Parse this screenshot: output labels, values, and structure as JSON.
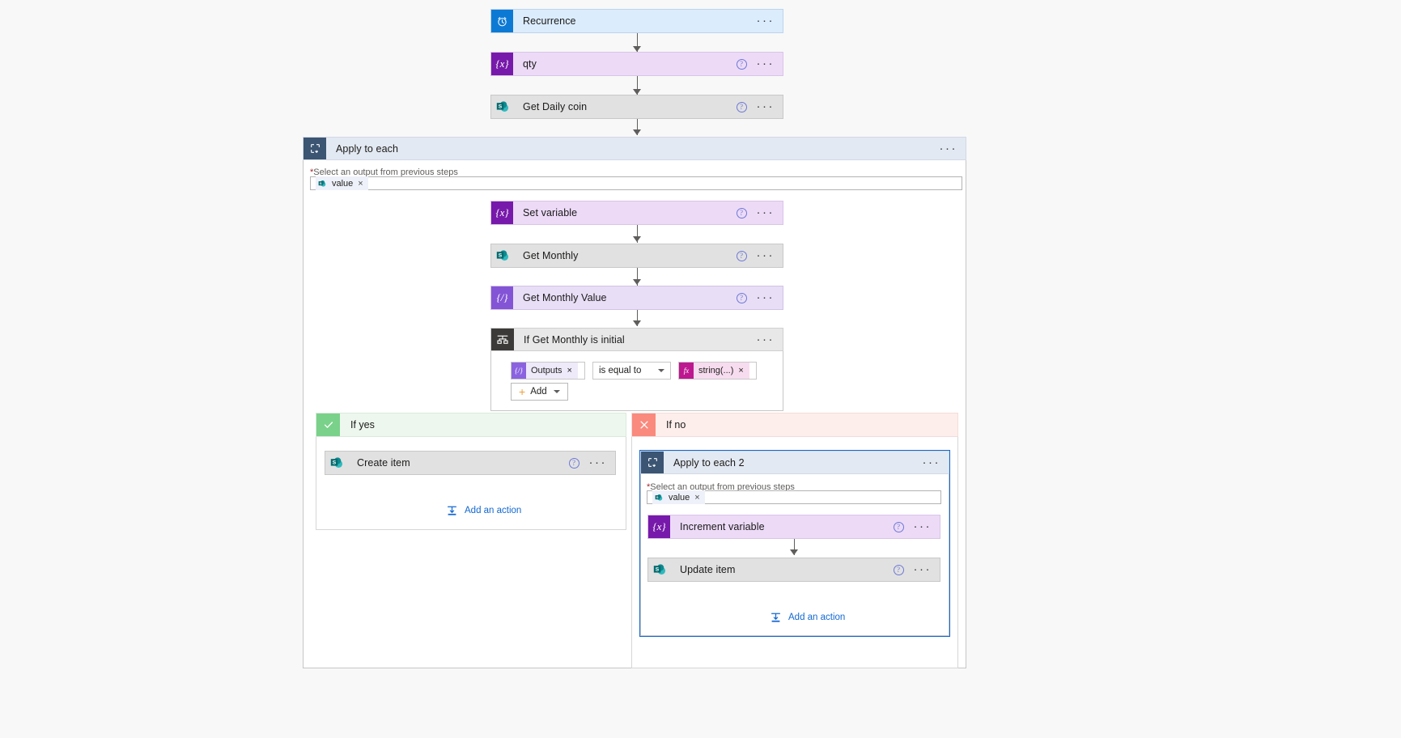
{
  "flow": {
    "nodes": [
      {
        "id": "recurrence",
        "label": "Recurrence",
        "icon": "clock-icon",
        "kind": "trigger",
        "has_help": false,
        "has_menu": true
      },
      {
        "id": "qty",
        "label": "qty",
        "icon": "variable-icon",
        "kind": "variable",
        "has_help": true,
        "has_menu": true
      },
      {
        "id": "getdaily",
        "label": "Get Daily coin",
        "icon": "sharepoint-icon",
        "kind": "sharepoint",
        "has_help": true,
        "has_menu": true
      },
      {
        "id": "setvar",
        "label": "Set variable",
        "icon": "variable-icon",
        "kind": "variable",
        "has_help": true,
        "has_menu": true
      },
      {
        "id": "getmonthly",
        "label": "Get Monthly",
        "icon": "sharepoint-icon",
        "kind": "sharepoint",
        "has_help": true,
        "has_menu": true
      },
      {
        "id": "getmonthval",
        "label": "Get Monthly Value",
        "icon": "compose-icon",
        "kind": "compose",
        "has_help": true,
        "has_menu": true
      },
      {
        "id": "createitem",
        "label": "Create item",
        "icon": "sharepoint-icon",
        "kind": "sharepoint",
        "has_help": true,
        "has_menu": true
      },
      {
        "id": "incrementvar",
        "label": "Increment variable",
        "icon": "variable-icon",
        "kind": "variable",
        "has_help": true,
        "has_menu": true
      },
      {
        "id": "updateitem",
        "label": "Update item",
        "icon": "sharepoint-icon",
        "kind": "sharepoint",
        "has_help": true,
        "has_menu": true
      }
    ],
    "scopes": [
      {
        "id": "applytoeach",
        "label": "Apply to each",
        "icon": "foreach-icon",
        "field_label": "Select an output from previous steps",
        "required_marker": "*",
        "token": "value",
        "token_icon": "sharepoint-icon",
        "token_remove": "×",
        "has_menu": true
      },
      {
        "id": "applytoeach2",
        "label": "Apply to each 2",
        "icon": "foreach-icon",
        "field_label": "Select an output from previous steps",
        "required_marker": "*",
        "token": "value",
        "token_icon": "sharepoint-icon",
        "token_remove": "×",
        "has_menu": true
      }
    ],
    "condition": {
      "id": "ifgetmonthly",
      "label": "If Get Monthly is initial",
      "icon": "condition-icon",
      "has_menu": true,
      "left_token": {
        "text": "Outputs",
        "icon": "compose-icon",
        "remove": "×"
      },
      "operator": {
        "value": "is equal to",
        "chevron": "chevron-down-icon"
      },
      "right_token": {
        "text": "string(...)",
        "icon": "expression-fx-icon",
        "remove": "×"
      },
      "add_button": {
        "label": "Add",
        "plus": "+",
        "chevron": "⌄"
      }
    },
    "branches": [
      {
        "id": "ifyes",
        "label": "If yes",
        "icon": "check-icon",
        "add_action_label": "Add an action"
      },
      {
        "id": "ifno",
        "label": "If no",
        "icon": "cross-icon",
        "add_action_label": "Add an action"
      }
    ],
    "add_action_label": "Add an action",
    "menu_glyph": "···",
    "help_glyph": "?"
  },
  "colors": {
    "trigger_icon": "#0c7ad4",
    "trigger_card": "#dbecfd",
    "variable_icon": "#7719aa",
    "variable_card": "#ecdaf7",
    "compose_icon": "#8354d6",
    "compose_card": "#e8def6",
    "sharepoint_icon": "#038387",
    "sharepoint_card": "#e1e1e1",
    "scope_icon": "#3b5573",
    "scope_card": "#e3e9f2",
    "condition_icon": "#3b3a39",
    "condition_card": "#e8e8e8",
    "yes_accent": "#7ad18a",
    "no_accent": "#f98a7d",
    "link_blue": "#1268d1",
    "required_red": "#a4262c",
    "expression_magenta": "#bd1890",
    "canvas_bg": "#f8f8f8"
  }
}
